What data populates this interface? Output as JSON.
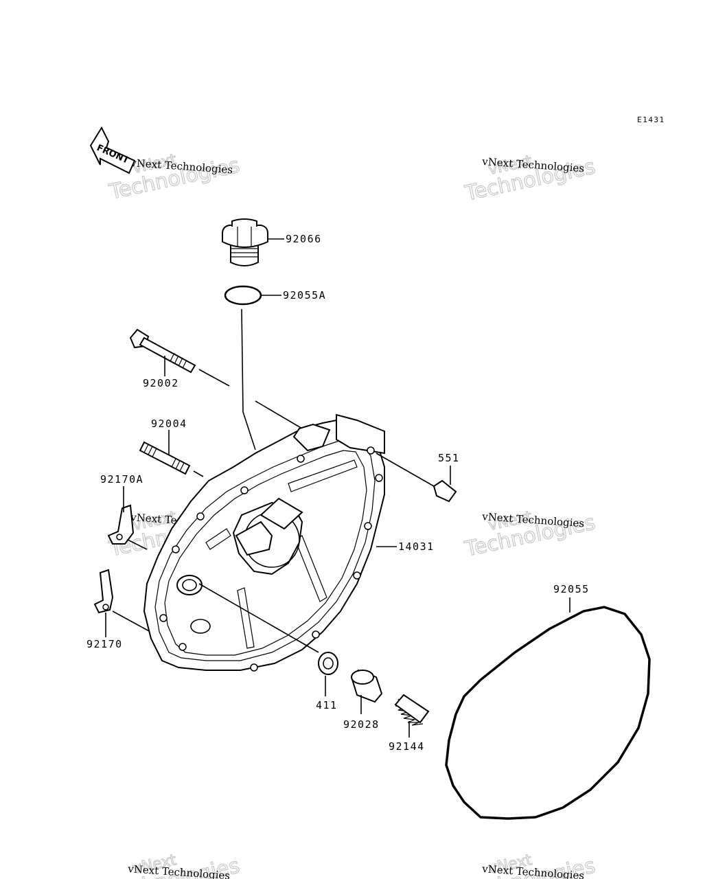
{
  "diagram_code": "E1431",
  "front_label": "FRONT",
  "watermark": {
    "line1": "vNext Technologies",
    "line2": "Technologies",
    "line3": "vNext"
  },
  "parts": [
    {
      "id": "p92066",
      "label": "92066"
    },
    {
      "id": "p92055A",
      "label": "92055A"
    },
    {
      "id": "p92002",
      "label": "92002"
    },
    {
      "id": "p92004",
      "label": "92004"
    },
    {
      "id": "p92170A",
      "label": "92170A"
    },
    {
      "id": "p551",
      "label": "551"
    },
    {
      "id": "p14031",
      "label": "14031"
    },
    {
      "id": "p92055",
      "label": "92055"
    },
    {
      "id": "p92170",
      "label": "92170"
    },
    {
      "id": "p411",
      "label": "411"
    },
    {
      "id": "p92028",
      "label": "92028"
    },
    {
      "id": "p92144",
      "label": "92144"
    }
  ]
}
